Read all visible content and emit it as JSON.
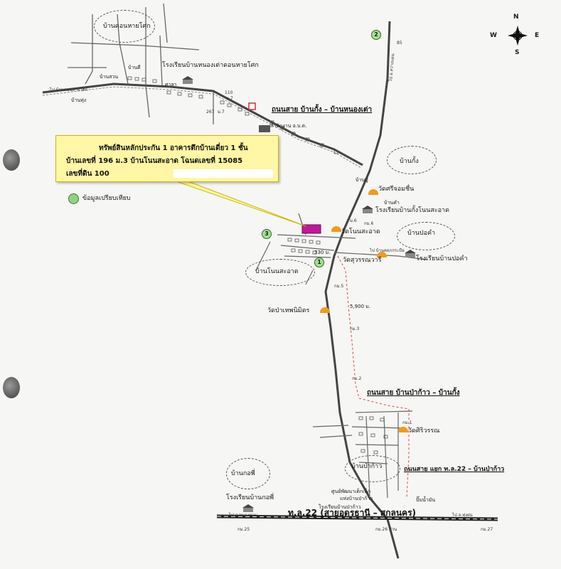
{
  "compass": {
    "n": "N",
    "s": "S",
    "e": "E",
    "w": "W"
  },
  "callout": {
    "line1": "ทรัพย์สินหลักประกัน 1 อาคารตึกบ้านเดี่ยว 1 ชั้น",
    "line2": "บ้านเลขที่ 196 ม.3 บ้านโนนสะอาด โฉนดเลขที่ 15085",
    "line3": "เลขที่ดิน 100"
  },
  "legend": {
    "comparable": "ข้อมูลเปรียบเทียบ"
  },
  "markers": {
    "m1": "1",
    "m2": "2",
    "m3": "3"
  },
  "roads": {
    "r_kong_nongtao": "ถนนสาย บ้านกั้ง – บ้านหนองเต่า",
    "r_pakao_kong": "ถนนสาย บ้านป่าก้าว – บ้านกั้ง",
    "r_22_pakao": "ถนนสาย แยก ท.ล.22 – บ้านป่าก้าว",
    "highway": "ท.ล.22 (สายอุดรธานี – สกลนคร)"
  },
  "villages": {
    "nong_hai_kok": "บ้านดอนหายโศก",
    "kong": "บ้านกั้ง",
    "non_sa_at": "บ้านโนนสะอาด",
    "po_kham": "บ้านปอคำ",
    "pa_kao": "บ้านป่าก้าว",
    "kok_pho": "บ้านกอพี่"
  },
  "places": {
    "school_nongtao": "โรงเรียนบ้านหนองเต่าดอนหายโศก",
    "school_kong": "โรงเรียนบ้านกั้งโนนสะอาด",
    "school_po_kham": "โรงเรียนบ้านปอคำ",
    "school_kok_pho": "โรงเรียนบ้านกอพี่",
    "school_pa_kao": "โรงเรียนบ้านป่าก้าว",
    "wat_sri_chom": "วัดศรีจอมชื่น",
    "wat_non_sa_at": "วัดโนนสะอาด",
    "wat_suwan": "วัดสุวรรณวารี",
    "wat_pa": "วัดป่าเทพนิมิตร",
    "wat_sri_siri": "วัดศิริวรรณ",
    "office": "สำนักงาน อ.บ.ต.",
    "center": "ศูนย์พัฒนาเด็กเล็ก",
    "center2": "แห่งบ้านป่าก้าว",
    "sala": "ศาลา",
    "ban_dee": "บ้านดี",
    "ban_kham": "บ้านคำ",
    "ban_pu": "บ้านปู่",
    "ban_suan": "บ้านสวน",
    "ban_chung": "บ้านทุ่ง",
    "pam": "ปั๊มน้ำมัน",
    "to_udon": "ไป อ.สว่างแดน",
    "to_west": "ไป บ้านดอนหายโศก",
    "to_khok": "ไป บ้านคอกกระบือ",
    "to_east": "ไป อ.ทุ่งฝน",
    "to_west2": "ไป อ.หนองหาน"
  },
  "distances": {
    "d1": "5,900 ม.",
    "d2": "330 ม.",
    "km5": "กม.5",
    "km3": "กม.3",
    "km2": "กม.2",
    "km1": "กม.1",
    "km6": "กม.6",
    "km26": "กม.26 ส่วน",
    "km25": "กม.25",
    "km27": "กม.27",
    "h110": "110",
    "h_m7a": "ม.7",
    "h_m7b": "ม.7",
    "h267": "267",
    "h_m6": "ม.6",
    "h85": "85"
  }
}
